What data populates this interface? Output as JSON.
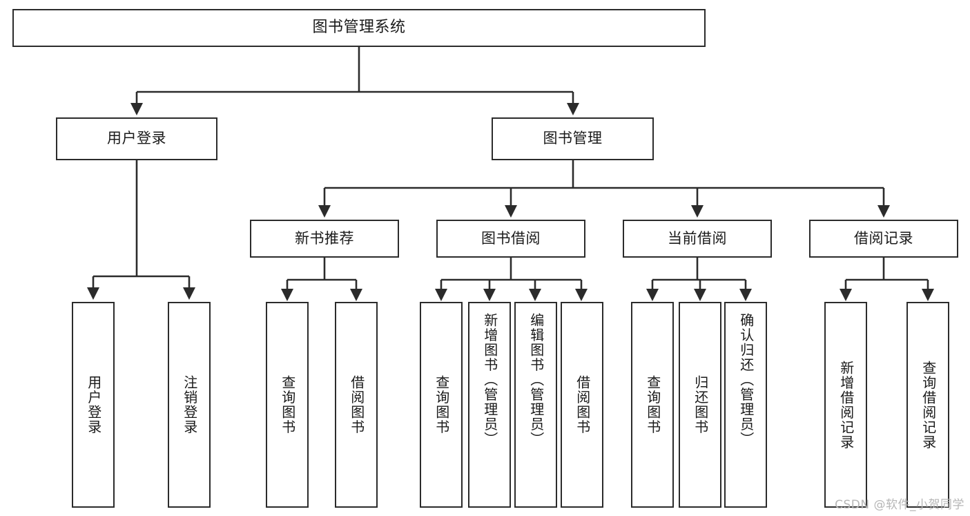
{
  "diagram": {
    "title": "图书管理系统",
    "watermark": "CSDN @软件_小贺同学",
    "colors": {
      "stroke": "#2b2b2b",
      "fill": "#ffffff",
      "text": "#1a1a1a",
      "watermark": "#b6b6b6"
    },
    "nodes": {
      "root": {
        "label": "图书管理系统"
      },
      "level2": [
        {
          "id": "user-login",
          "label": "用户登录"
        },
        {
          "id": "book-management",
          "label": "图书管理"
        }
      ],
      "level3": [
        {
          "id": "new-book-recommend",
          "label": "新书推荐"
        },
        {
          "id": "book-borrow",
          "label": "图书借阅"
        },
        {
          "id": "current-borrow",
          "label": "当前借阅"
        },
        {
          "id": "borrow-record",
          "label": "借阅记录"
        }
      ],
      "leaves": {
        "user_login": [
          {
            "id": "leaf-user-login",
            "label": "用户登录"
          },
          {
            "id": "leaf-logout",
            "label": "注销登录"
          }
        ],
        "new_book_recommend": [
          {
            "id": "leaf-query-book-1",
            "label": "查询图书"
          },
          {
            "id": "leaf-borrow-book-1",
            "label": "借阅图书"
          }
        ],
        "book_borrow": [
          {
            "id": "leaf-query-book-2",
            "label": "查询图书"
          },
          {
            "id": "leaf-add-book",
            "label": "新增图书（管理员）"
          },
          {
            "id": "leaf-edit-book",
            "label": "编辑图书（管理员）"
          },
          {
            "id": "leaf-borrow-book-2",
            "label": "借阅图书"
          }
        ],
        "current_borrow": [
          {
            "id": "leaf-query-book-3",
            "label": "查询图书"
          },
          {
            "id": "leaf-return-book",
            "label": "归还图书"
          },
          {
            "id": "leaf-confirm-return",
            "label": "确认归还（管理员）"
          }
        ],
        "borrow_record": [
          {
            "id": "leaf-add-record",
            "label": "新增借阅记录"
          },
          {
            "id": "leaf-query-record",
            "label": "查询借阅记录"
          }
        ]
      }
    }
  }
}
